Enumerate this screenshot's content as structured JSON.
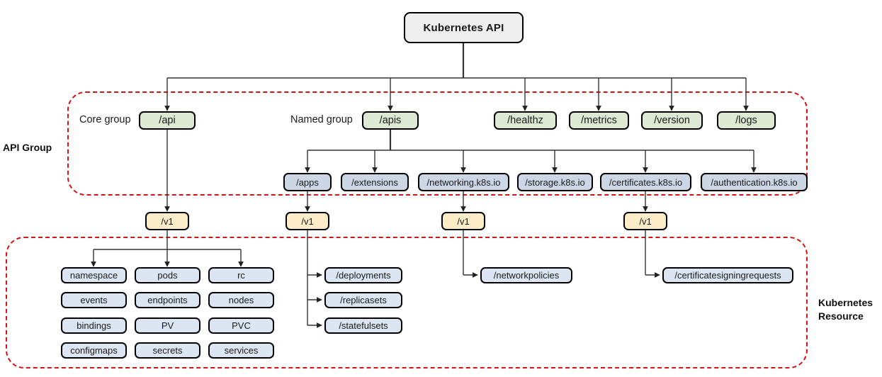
{
  "diagram": {
    "title": "Kubernetes API",
    "root": {
      "label": "Kubernetes API"
    },
    "regions": [
      {
        "name": "api-group",
        "label": "API Group"
      },
      {
        "name": "kubernetes-resource",
        "label": "Kubernetes\nResource",
        "label_line1": "Kubernetes",
        "label_line2": "Resource"
      }
    ],
    "annotations": [
      {
        "name": "core-group-label",
        "text": "Core group"
      },
      {
        "name": "named-group-label",
        "text": "Named group"
      }
    ],
    "api_endpoints": [
      {
        "name": "api",
        "label": "/api"
      },
      {
        "name": "apis",
        "label": "/apis"
      },
      {
        "name": "healthz",
        "label": "/healthz"
      },
      {
        "name": "metrics",
        "label": "/metrics"
      },
      {
        "name": "version",
        "label": "/version"
      },
      {
        "name": "logs",
        "label": "/logs"
      }
    ],
    "named_groups": [
      {
        "name": "apps",
        "label": "/apps"
      },
      {
        "name": "extensions",
        "label": "/extensions"
      },
      {
        "name": "networking",
        "label": "/networking.k8s.io"
      },
      {
        "name": "storage",
        "label": "/storage.k8s.io"
      },
      {
        "name": "certificates",
        "label": "/certificates.k8s.io"
      },
      {
        "name": "authentication",
        "label": "/authentication.k8s.io"
      }
    ],
    "versions": [
      {
        "name": "v1-core",
        "label": "/v1"
      },
      {
        "name": "v1-apps",
        "label": "/v1"
      },
      {
        "name": "v1-networking",
        "label": "/v1"
      },
      {
        "name": "v1-certificates",
        "label": "/v1"
      }
    ],
    "core_resources": {
      "columns": [
        [
          "namespace",
          "events",
          "bindings",
          "configmaps"
        ],
        [
          "pods",
          "endpoints",
          "PV",
          "secrets"
        ],
        [
          "rc",
          "nodes",
          "PVC",
          "services"
        ]
      ]
    },
    "apps_resources": [
      "/deployments",
      "/replicasets",
      "/statefulsets"
    ],
    "networking_resources": [
      "/networkpolicies"
    ],
    "certificates_resources": [
      "/certificatesigningrequests"
    ],
    "colors": {
      "root_fill": "#eeeeee",
      "group_fill": "#dde9d2",
      "apigroup_fill": "#ccd6e4",
      "version_fill": "#fcecc8",
      "resource_fill": "#dce6f3",
      "region_border": "#d41515",
      "edge": "#333333",
      "node_border": "#000000"
    }
  }
}
